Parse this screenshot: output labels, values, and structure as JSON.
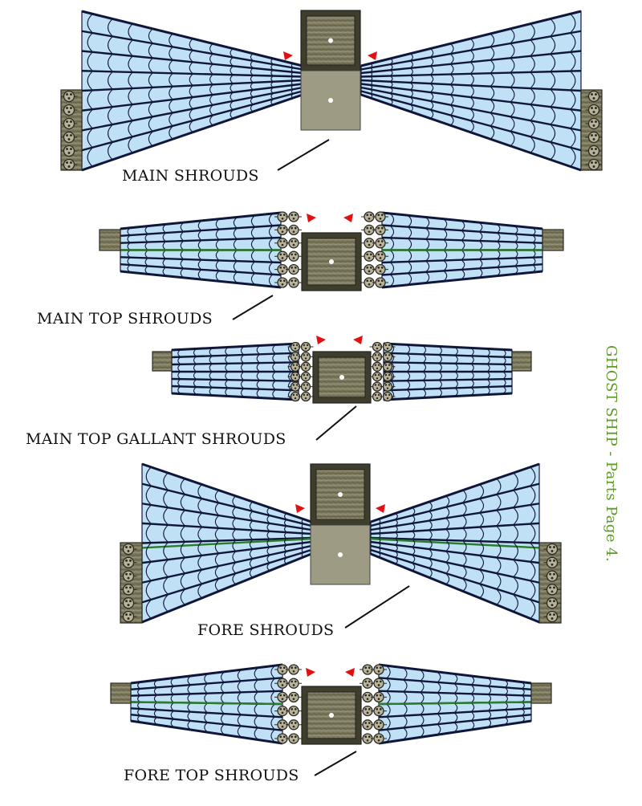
{
  "side_title": "GHOST SHIP - Parts Page 4.",
  "colors": {
    "title": "#5f9a2c",
    "sky": "#bfe0f5",
    "line": "#10163a",
    "wood": "#8f8b6e",
    "wood_dark": "#3f3d2b",
    "deadeye": "#b9b39c",
    "arrow": "#e21010",
    "green_line": "#2a7d2a",
    "block": "#9e9b84"
  },
  "parts": [
    {
      "label": "MAIN SHROUDS"
    },
    {
      "label": "MAIN TOP SHROUDS"
    },
    {
      "label": "MAIN TOP GALLANT SHROUDS"
    },
    {
      "label": "FORE SHROUDS"
    },
    {
      "label": "FORE TOP SHROUDS"
    }
  ]
}
